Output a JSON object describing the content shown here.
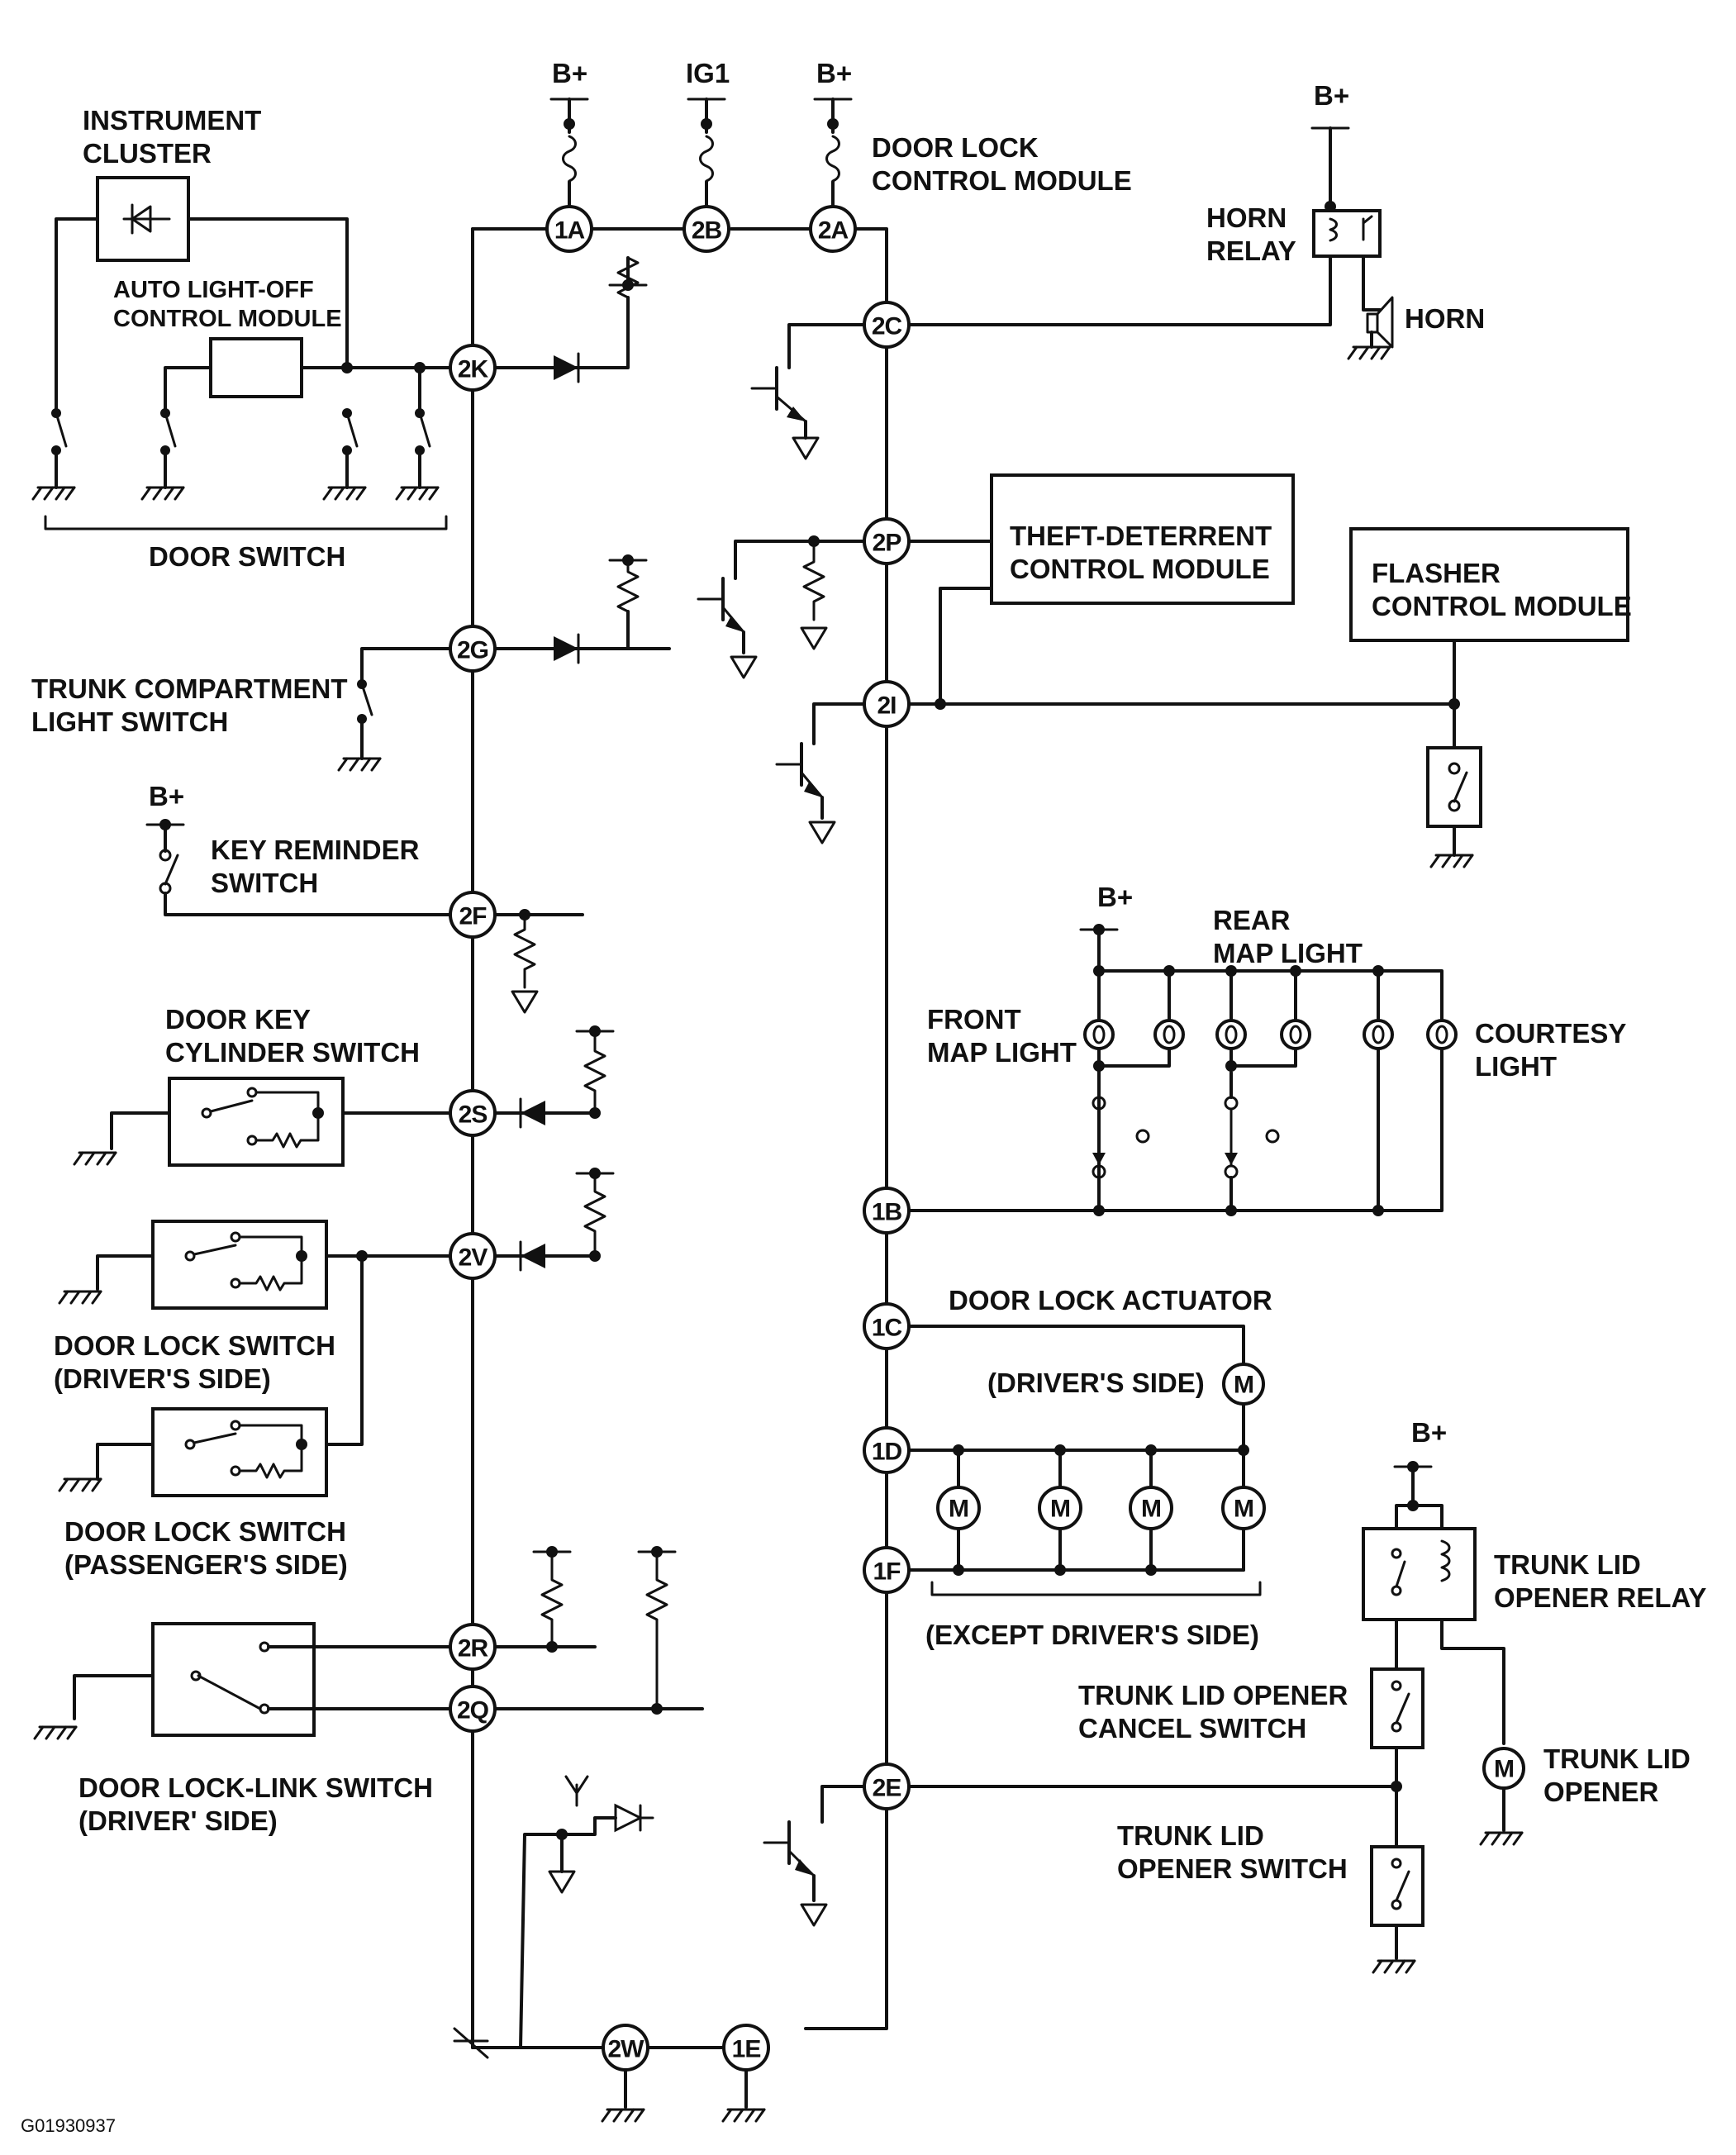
{
  "nodes": {
    "n1A": "1A",
    "n2B": "2B",
    "n2A": "2A",
    "n2C": "2C",
    "n2K": "2K",
    "n2P": "2P",
    "n2G": "2G",
    "n2I": "2I",
    "n2F": "2F",
    "n2S": "2S",
    "n2V": "2V",
    "n1B": "1B",
    "n1C": "1C",
    "n1D": "1D",
    "n1F": "1F",
    "n2R": "2R",
    "n2Q": "2Q",
    "n2E": "2E",
    "n2W": "2W",
    "n1E": "1E"
  },
  "power": {
    "bplus": "B+",
    "ig1": "IG1"
  },
  "labels": {
    "instrument_cluster_1": "INSTRUMENT",
    "instrument_cluster_2": "CLUSTER",
    "auto_light_off_1": "AUTO LIGHT-OFF",
    "auto_light_off_2": "CONTROL MODULE",
    "door_switch": "DOOR SWITCH",
    "door_lock_control_1": "DOOR LOCK",
    "door_lock_control_2": "CONTROL MODULE",
    "horn_relay_1": "HORN",
    "horn_relay_2": "RELAY",
    "horn": "HORN",
    "theft_1": "THEFT-DETERRENT",
    "theft_2": "CONTROL MODULE",
    "flasher_1": "FLASHER",
    "flasher_2": "CONTROL MODULE",
    "trunk_comp_1": "TRUNK COMPARTMENT",
    "trunk_comp_2": "LIGHT SWITCH",
    "key_reminder_1": "KEY REMINDER",
    "key_reminder_2": "SWITCH",
    "rear_map_1": "REAR",
    "rear_map_2": "MAP LIGHT",
    "front_map_1": "FRONT",
    "front_map_2": "MAP LIGHT",
    "courtesy_1": "COURTESY",
    "courtesy_2": "LIGHT",
    "door_key_cyl_1": "DOOR KEY",
    "door_key_cyl_2": "CYLINDER SWITCH",
    "door_lock_sw_drv_1": "DOOR LOCK SWITCH",
    "door_lock_sw_drv_2": "(DRIVER'S SIDE)",
    "door_lock_sw_pass_1": "DOOR LOCK SWITCH",
    "door_lock_sw_pass_2": "(PASSENGER'S SIDE)",
    "door_lock_actuator": "DOOR LOCK ACTUATOR",
    "drivers_side": "(DRIVER'S SIDE)",
    "except_drivers_side": "(EXCEPT DRIVER'S SIDE)",
    "trunk_relay_1": "TRUNK LID",
    "trunk_relay_2": "OPENER RELAY",
    "trunk_cancel_1": "TRUNK LID OPENER",
    "trunk_cancel_2": "CANCEL SWITCH",
    "trunk_opener_1": "TRUNK LID",
    "trunk_opener_2": "OPENER",
    "trunk_opener_sw_1": "TRUNK LID",
    "trunk_opener_sw_2": "OPENER SWITCH",
    "door_lock_link_1": "DOOR LOCK-LINK SWITCH",
    "door_lock_link_2": "(DRIVER' SIDE)",
    "motor": "M",
    "figure_id": "G01930937"
  }
}
